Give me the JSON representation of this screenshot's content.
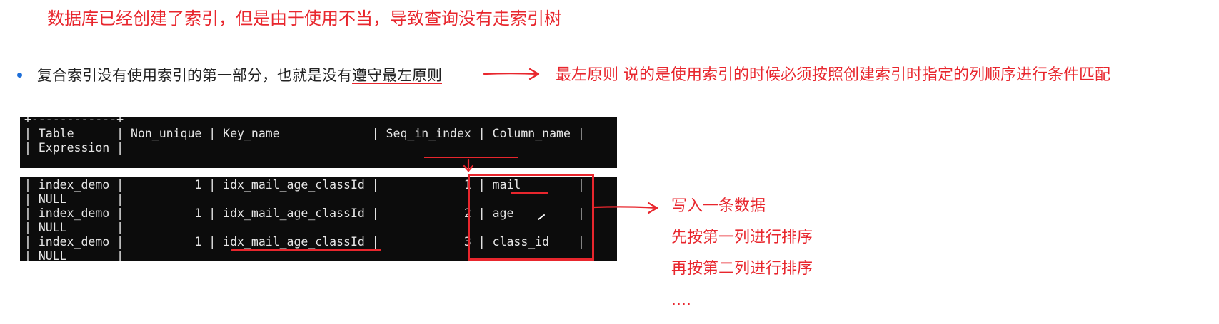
{
  "heading": "数据库已经创建了索引，但是由于使用不当，导致查询没有走索引树",
  "bullet": {
    "text_before": "复合索引没有使用索引的第一部分，也就是没有",
    "text_underlined": "遵守最左原则"
  },
  "rule_explanation": "最左原则 说的是使用索引的时候必须按照创建索引时指定的列顺序进行条件匹配",
  "terminal": {
    "header_lines": [
      "+------------+",
      "| Table      | Non_unique | Key_name             | Seq_in_index | Column_name |",
      "| Expression |"
    ],
    "body_lines": [
      "| index_demo |          1 | idx_mail_age_classId |            1 | mail        |",
      "| NULL       |",
      "| index_demo |          1 | idx_mail_age_classId |            2 | age         |",
      "| NULL       |",
      "| index_demo |          1 | idx_mail_age_classId |            3 | class_id    |",
      "| NULL       |"
    ]
  },
  "notes": [
    "写入一条数据",
    "先按第一列进行排序",
    "再按第二列进行排序",
    "...."
  ],
  "colors": {
    "annotation_red": "#e8262d",
    "bullet_blue": "#1e6fd9",
    "terminal_bg": "#0c0c0c"
  }
}
